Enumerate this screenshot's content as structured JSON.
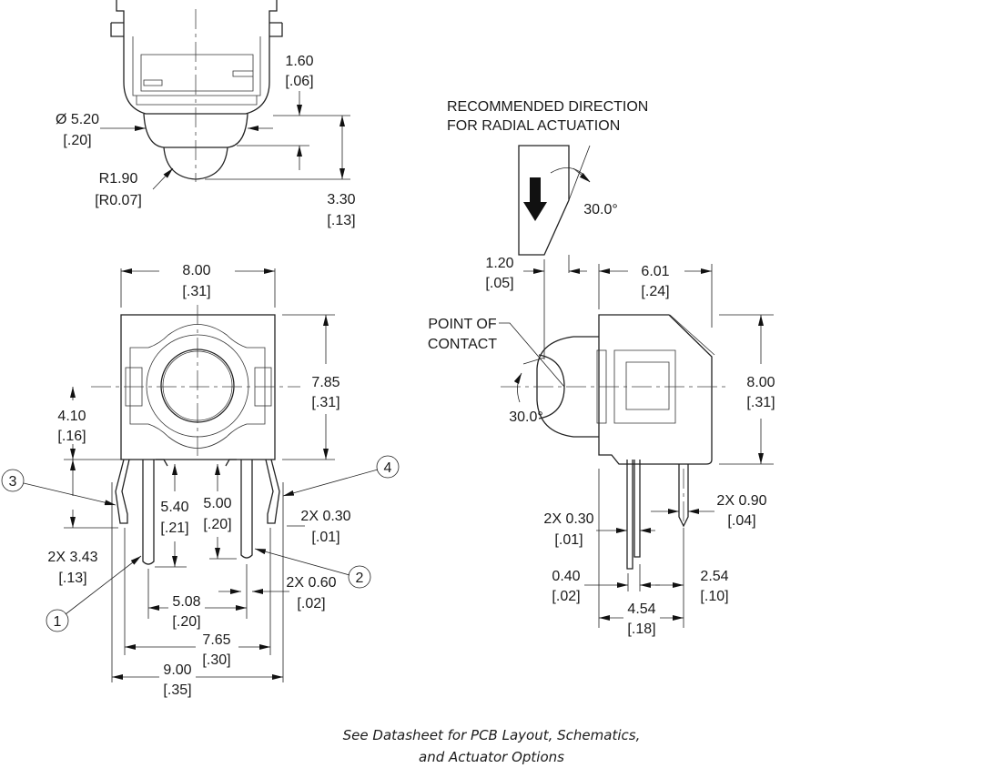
{
  "top_view": {
    "dim_height_1": {
      "mm": "1.60",
      "in": "[.06]"
    },
    "dim_diameter": {
      "mm": "Ø 5.20",
      "in": "[.20]"
    },
    "dim_radius": {
      "mm": "R1.90",
      "in": "[R0.07]"
    },
    "dim_height_2": {
      "mm": "3.30",
      "in": "[.13]"
    }
  },
  "front_view": {
    "dim_width": {
      "mm": "8.00",
      "in": "[.31]"
    },
    "dim_height": {
      "mm": "7.85",
      "in": "[.31]"
    },
    "dim_center": {
      "mm": "4.10",
      "in": "[.16]"
    },
    "dim_pin_len_1": {
      "mm": "5.40",
      "in": "[.21]"
    },
    "dim_pin_len_2": {
      "mm": "5.00",
      "in": "[.20]"
    },
    "dim_tab_thick": {
      "mm": "2X 0.30",
      "in": "[.01]"
    },
    "dim_tab_len": {
      "mm": "2X 3.43",
      "in": "[.13]"
    },
    "dim_pin_dia": {
      "mm": "2X 0.60",
      "in": "[.02]"
    },
    "dim_pin_pitch": {
      "mm": "5.08",
      "in": "[.20]"
    },
    "dim_tab_pitch": {
      "mm": "7.65",
      "in": "[.30]"
    },
    "dim_overall": {
      "mm": "9.00",
      "in": "[.35]"
    },
    "callouts": [
      "1",
      "2",
      "3",
      "4"
    ]
  },
  "side_view": {
    "note_line1": "RECOMMENDED DIRECTION",
    "note_line2": "FOR RADIAL ACTUATION",
    "angle_top": "30.0°",
    "dim_offset": {
      "mm": "1.20",
      "in": "[.05]"
    },
    "dim_depth": {
      "mm": "6.01",
      "in": "[.24]"
    },
    "contact_line1": "POINT OF",
    "contact_line2": "CONTACT",
    "dim_height": {
      "mm": "8.00",
      "in": "[.31]"
    },
    "angle_contact": "30.0°",
    "dim_pin_thick": {
      "mm": "2X 0.30",
      "in": "[.01]"
    },
    "dim_post_dia": {
      "mm": "2X 0.90",
      "in": "[.04]"
    },
    "dim_pin_gap": {
      "mm": "0.40",
      "in": "[.02]"
    },
    "dim_post_pitch": {
      "mm": "2.54",
      "in": "[.10]"
    },
    "dim_post_pos": {
      "mm": "4.54",
      "in": "[.18]"
    }
  },
  "footer": {
    "line1": "See Datasheet for PCB Layout, Schematics,",
    "line2": "and Actuator Options"
  }
}
